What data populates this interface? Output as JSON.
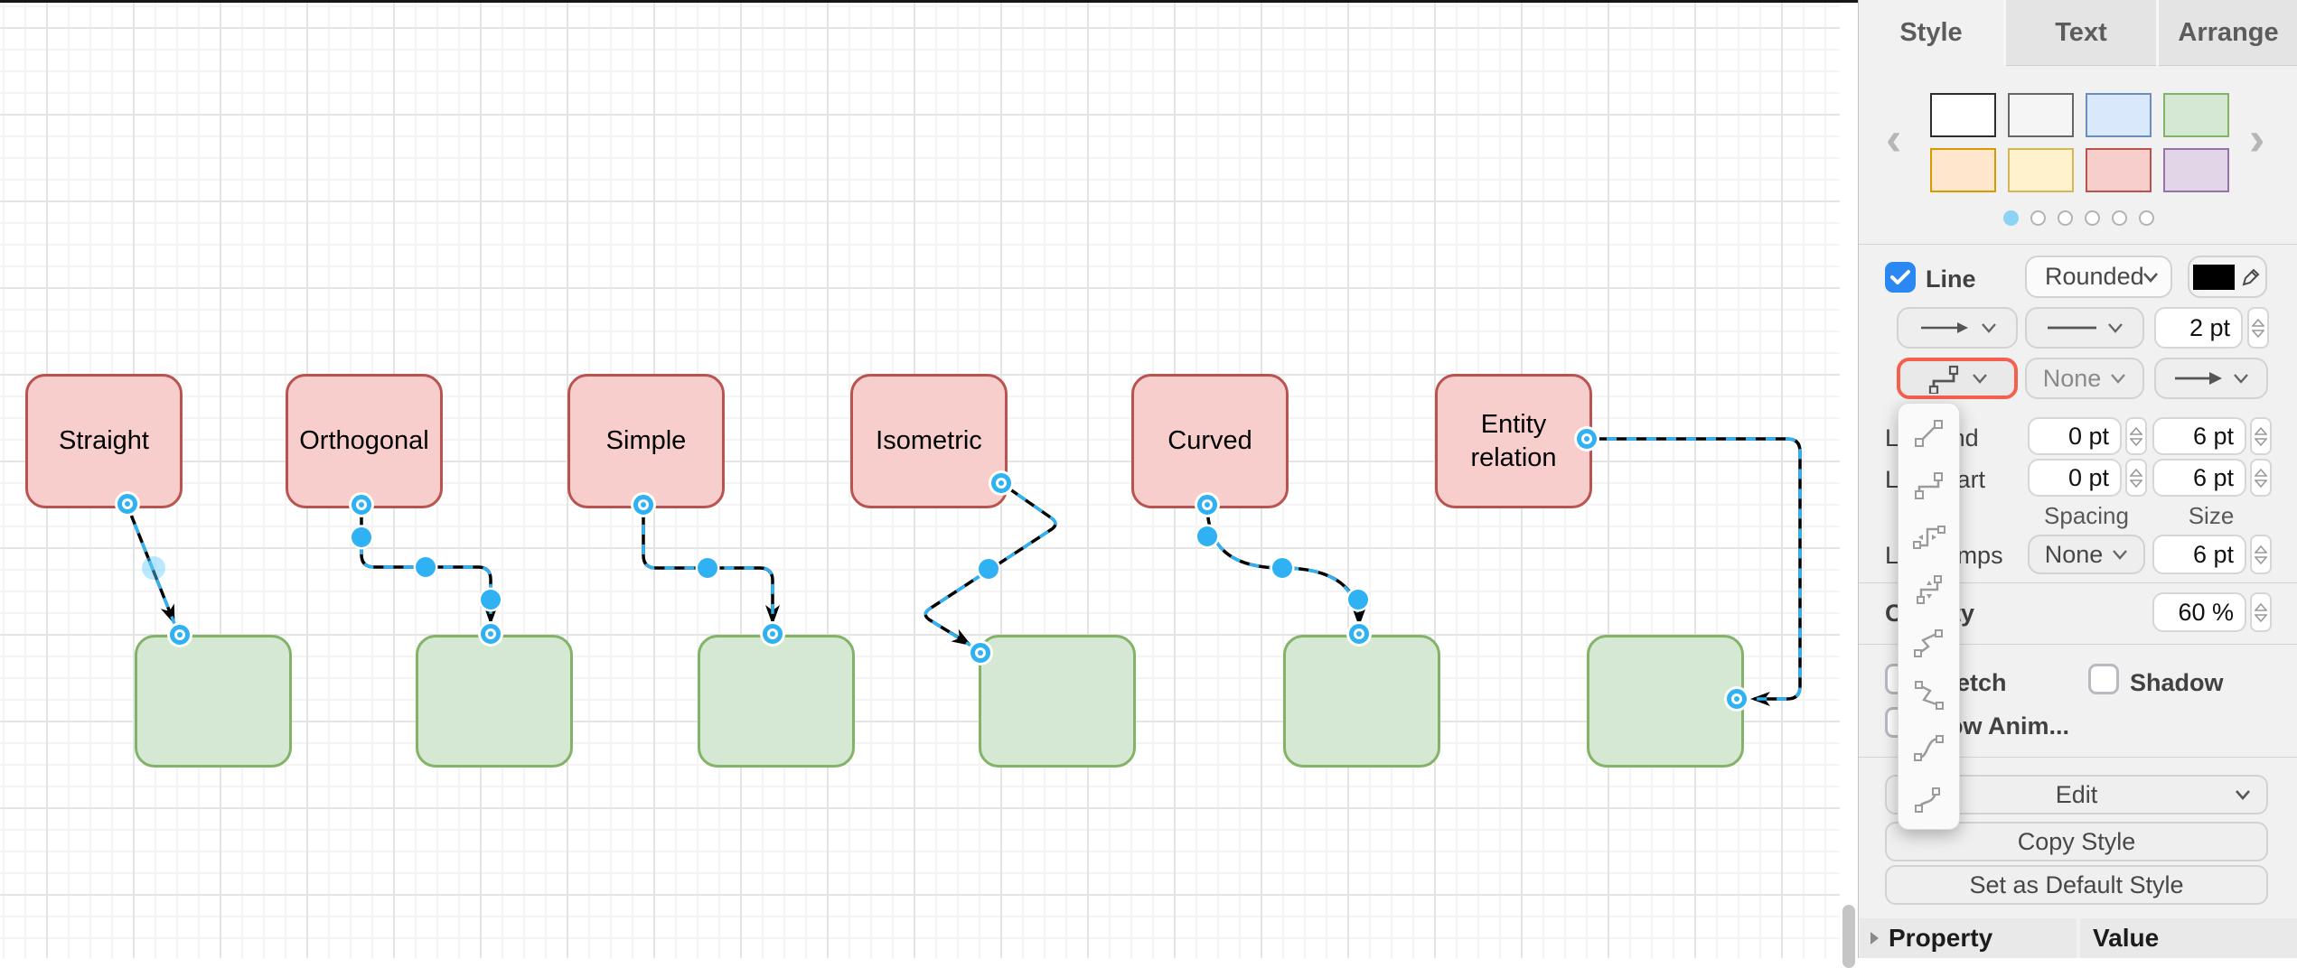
{
  "tabs": {
    "style": "Style",
    "text": "Text",
    "arrange": "Arrange"
  },
  "palette": {
    "swatches": [
      {
        "name": "white",
        "fill": "#FFFFFF",
        "stroke": "#2d2d2d"
      },
      {
        "name": "gray",
        "fill": "#F5F5F5",
        "stroke": "#666666"
      },
      {
        "name": "blue",
        "fill": "#DAE8FC",
        "stroke": "#6C8EBF"
      },
      {
        "name": "green",
        "fill": "#D5E8D4",
        "stroke": "#82B366"
      },
      {
        "name": "orange",
        "fill": "#FFE6CC",
        "stroke": "#D79B00"
      },
      {
        "name": "yellow",
        "fill": "#FFF2CC",
        "stroke": "#D6B656"
      },
      {
        "name": "red",
        "fill": "#F8CECC",
        "stroke": "#B85450"
      },
      {
        "name": "purple",
        "fill": "#E1D5E7",
        "stroke": "#9673A6"
      }
    ],
    "dot_count": 6,
    "active_dot": 0
  },
  "line_section": {
    "line_label": "Line",
    "corner_style": "Rounded",
    "stroke_color": "#000000",
    "width_value": "2 pt",
    "waypoints_value": "None"
  },
  "rows": {
    "line_end_label": "Line end",
    "line_end_spacing": "0 pt",
    "line_end_size": "6 pt",
    "line_start_label": "Line start",
    "line_start_spacing": "0 pt",
    "line_start_size": "6 pt",
    "spacing_header": "Spacing",
    "size_header": "Size",
    "line_jumps_label": "Line jumps",
    "line_jumps_value": "None",
    "line_jumps_size": "6 pt",
    "opacity_label": "Opacity",
    "opacity_value": "60 %"
  },
  "toggles": {
    "sketch": "Sketch",
    "shadow": "Shadow",
    "flow_animation": "Flow Anim..."
  },
  "buttons": {
    "edit": "Edit",
    "copy_style": "Copy Style",
    "set_default": "Set as Default Style"
  },
  "footer": {
    "property": "Property",
    "value": "Value"
  },
  "canvas": {
    "nodes": [
      {
        "label": "Straight"
      },
      {
        "label": "Orthogonal"
      },
      {
        "label": "Simple"
      },
      {
        "label": "Isometric"
      },
      {
        "label": "Curved"
      },
      {
        "label": "Entity relation"
      }
    ],
    "node_fill_pink": "#F8CECC",
    "node_stroke_pink": "#B85450",
    "node_fill_green": "#D5E8D4",
    "node_stroke_green": "#82B366",
    "edge_color": "#000000",
    "selection_color": "#2fb1f3",
    "highlight_red": "#f5604e"
  },
  "popup": {
    "items": [
      "straight",
      "orthogonal",
      "simple-horizontal",
      "simple-vertical",
      "isometric-horizontal",
      "isometric-vertical",
      "curved",
      "entity-relation"
    ]
  }
}
